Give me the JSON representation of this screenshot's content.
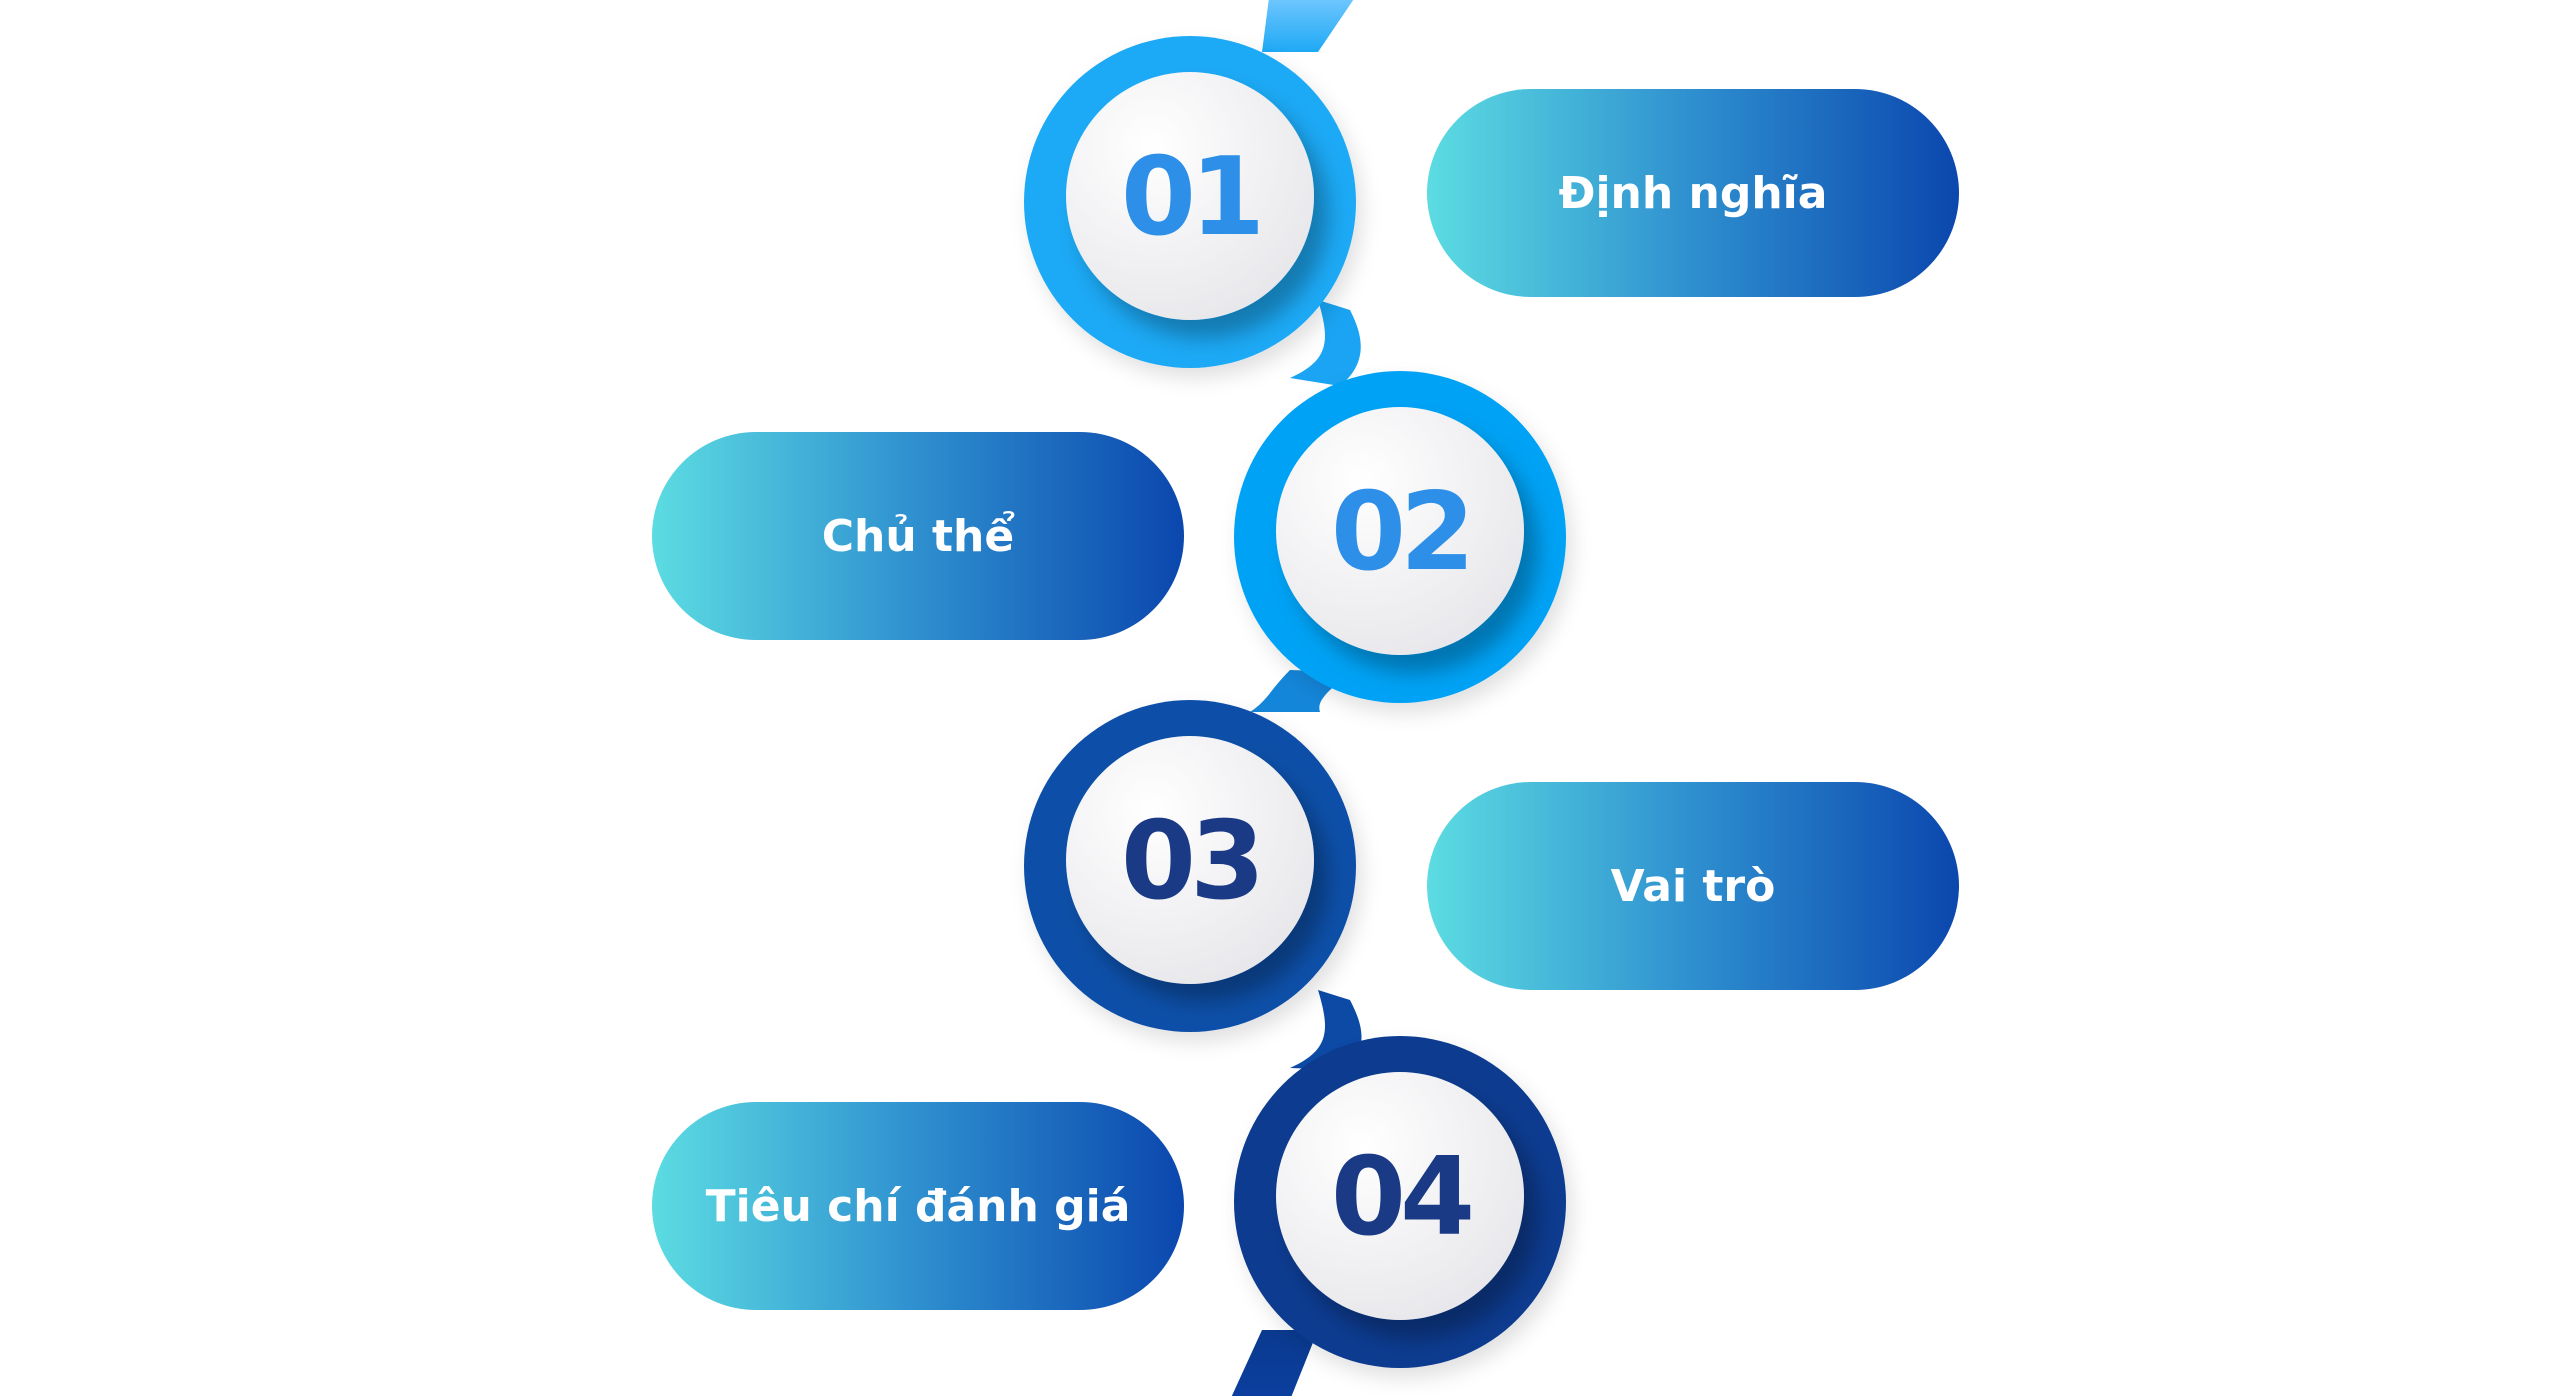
{
  "diagram": {
    "steps": [
      {
        "number": "01",
        "label": "Định nghĩa"
      },
      {
        "number": "02",
        "label": "Chủ thể"
      },
      {
        "number": "03",
        "label": "Vai trò"
      },
      {
        "number": "04",
        "label": "Tiêu chí đánh giá"
      }
    ]
  },
  "colors": {
    "light_blue": "#1EA9F5",
    "bright_blue": "#00A2F5",
    "dark_blue": "#0D4FA8",
    "navy": "#0A3A8F",
    "number_light": "#2E8FE8",
    "number_dark": "#1B3A86",
    "pill_start": "#5CDCE2",
    "pill_end": "#0B47AE"
  }
}
